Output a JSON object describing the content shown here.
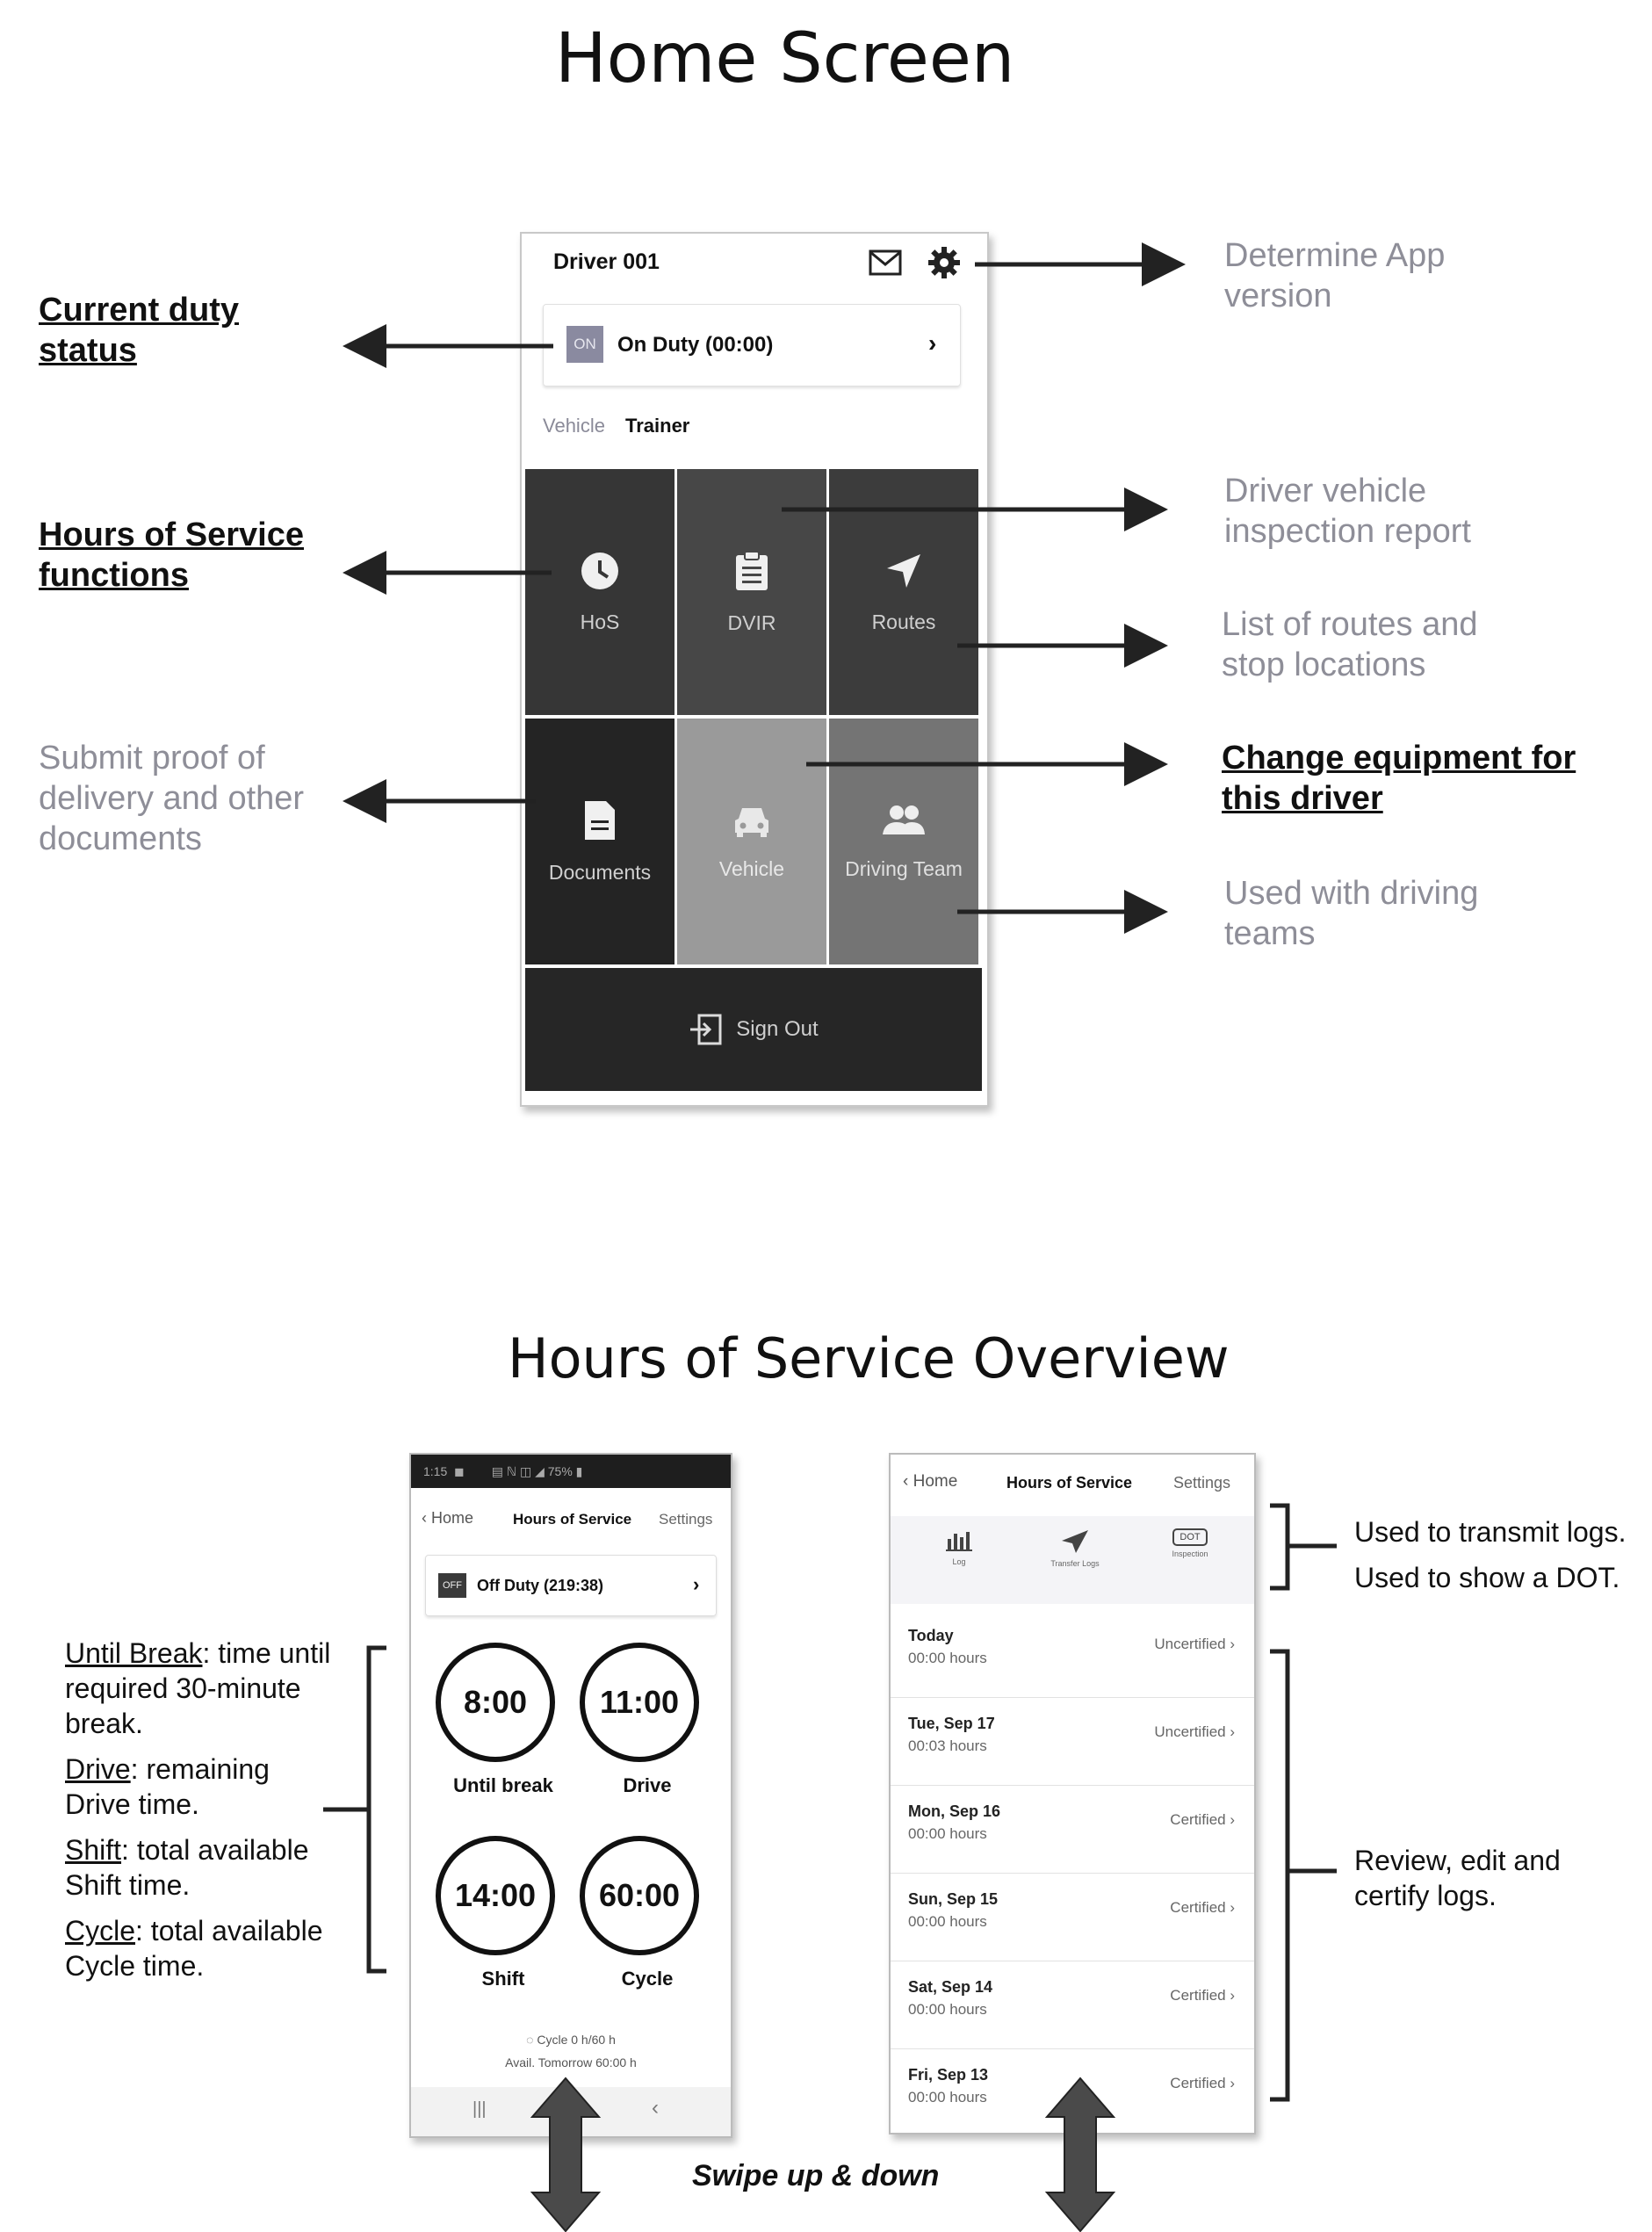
{
  "home": {
    "title": "Home Screen",
    "header": {
      "driver": "Driver 001"
    },
    "duty": {
      "badge": "ON",
      "text": "On Duty (00:00)",
      "chevron": "›"
    },
    "tabs": {
      "vehicle": "Vehicle",
      "trainer": "Trainer"
    },
    "tiles": {
      "hos": "HoS",
      "dvir": "DVIR",
      "routes": "Routes",
      "documents": "Documents",
      "vehicle": "Vehicle",
      "driving_team": "Driving Team"
    },
    "signout": "Sign Out",
    "annotations": {
      "app_version": [
        "Determine App",
        "version"
      ],
      "duty_status": [
        "Current duty",
        "status"
      ],
      "hos_functions": [
        "Hours of Service",
        "functions"
      ],
      "dvir": [
        "Driver vehicle",
        "inspection report"
      ],
      "routes": [
        "List of routes and",
        "stop locations"
      ],
      "documents": [
        "Submit proof of",
        "delivery and other",
        "documents"
      ],
      "equipment": [
        "Change equipment for",
        "this driver"
      ],
      "teams": [
        "Used with driving",
        "teams"
      ]
    }
  },
  "hos": {
    "title": "Hours of Service Overview",
    "left_phone": {
      "status_bar": "1:15  ◼        ▤ ℕ ◫ ◢ 75% ▮",
      "back": "Home",
      "title": "Hours of Service",
      "settings": "Settings",
      "duty_badge": "OFF",
      "duty_text": "Off Duty (219:38)",
      "chevron": "›",
      "timers": [
        {
          "value": "8:00",
          "label": "Until break"
        },
        {
          "value": "11:00",
          "label": "Drive"
        },
        {
          "value": "14:00",
          "label": "Shift"
        },
        {
          "value": "60:00",
          "label": "Cycle"
        }
      ],
      "cycle_line": "Cycle 0 h/60 h",
      "avail_line": "Avail. Tomorrow 60:00 h"
    },
    "right_phone": {
      "back": "Home",
      "title": "Hours of Service",
      "settings": "Settings",
      "actions": {
        "log": "Log",
        "transfer": "Transfer Logs",
        "dot_badge": "DOT",
        "dot": "Inspection"
      },
      "rows": [
        {
          "date": "Today",
          "hours": "00:00 hours",
          "status": "Uncertified"
        },
        {
          "date": "Tue, Sep 17",
          "hours": "00:03 hours",
          "status": "Uncertified"
        },
        {
          "date": "Mon, Sep 16",
          "hours": "00:00 hours",
          "status": "Certified"
        },
        {
          "date": "Sun, Sep 15",
          "hours": "00:00 hours",
          "status": "Certified"
        },
        {
          "date": "Sat, Sep 14",
          "hours": "00:00 hours",
          "status": "Certified"
        },
        {
          "date": "Fri, Sep 13",
          "hours": "00:00 hours",
          "status": "Certified"
        }
      ]
    },
    "left_notes": [
      {
        "term": "Until Break",
        "rest": ": time until",
        "lines": [
          "required 30-minute",
          "break."
        ]
      },
      {
        "term": "Drive",
        "rest": ": remaining",
        "lines": [
          "Drive time."
        ]
      },
      {
        "term": "Shift",
        "rest": ": total available",
        "lines": [
          "Shift time."
        ]
      },
      {
        "term": "Cycle",
        "rest": ": total available",
        "lines": [
          "Cycle time."
        ]
      }
    ],
    "right_notes": {
      "transmit": "Used to transmit logs.",
      "dot": "Used to show a DOT.",
      "review": [
        "Review, edit and",
        "certify logs."
      ]
    },
    "swipe": "Swipe up & down"
  }
}
